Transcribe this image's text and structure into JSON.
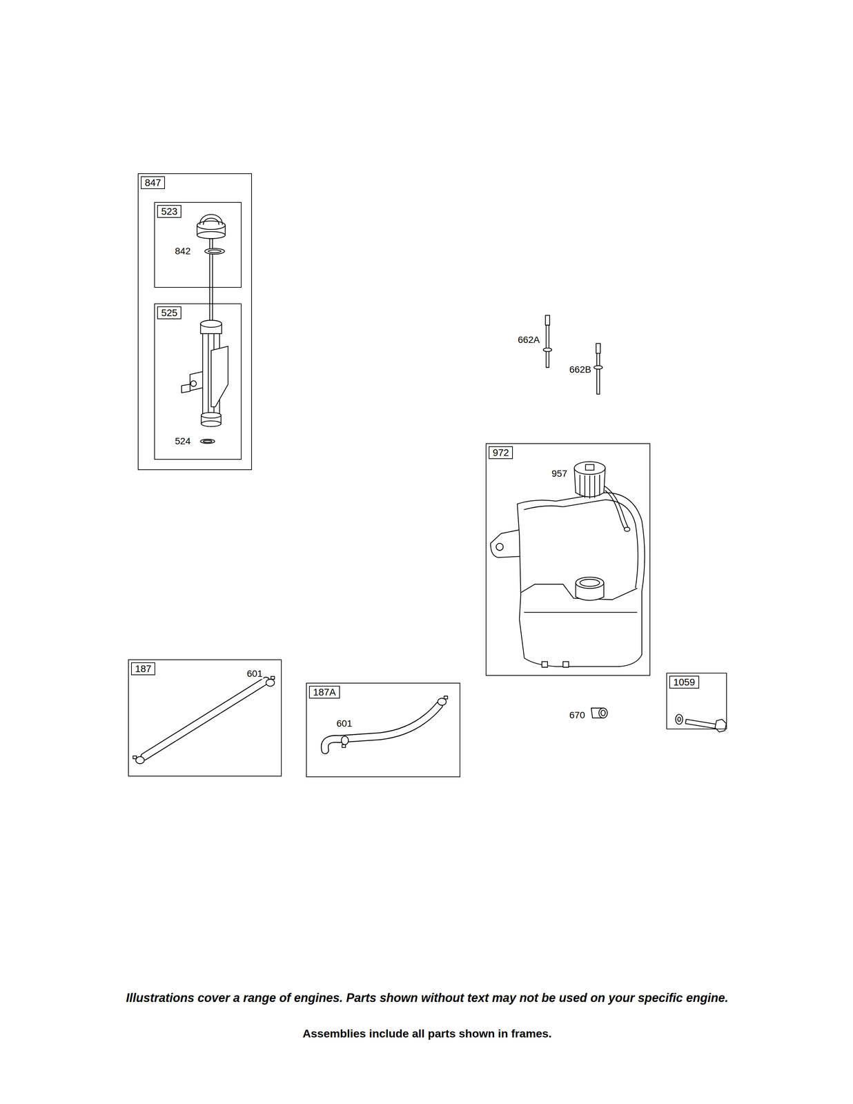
{
  "diagram": {
    "nodes": [
      {
        "text": [
          "847"
        ]
      },
      {
        "text": [
          "523"
        ],
        "in": 0
      },
      {
        "text": [
          "525"
        ],
        "in": 0
      },
      {
        "text": [
          "972"
        ]
      },
      {
        "text": [
          "187"
        ]
      },
      {
        "text": [
          "187A"
        ]
      },
      {
        "text": [
          "1059"
        ]
      }
    ],
    "labels": [
      "842",
      "524",
      "662A",
      "662B",
      "957",
      "601",
      "601",
      "670",
      "Illustrations cover a range of engines. Parts shown without text may not be used on your specific engine.",
      "Assemblies include all parts shown in frames."
    ]
  }
}
